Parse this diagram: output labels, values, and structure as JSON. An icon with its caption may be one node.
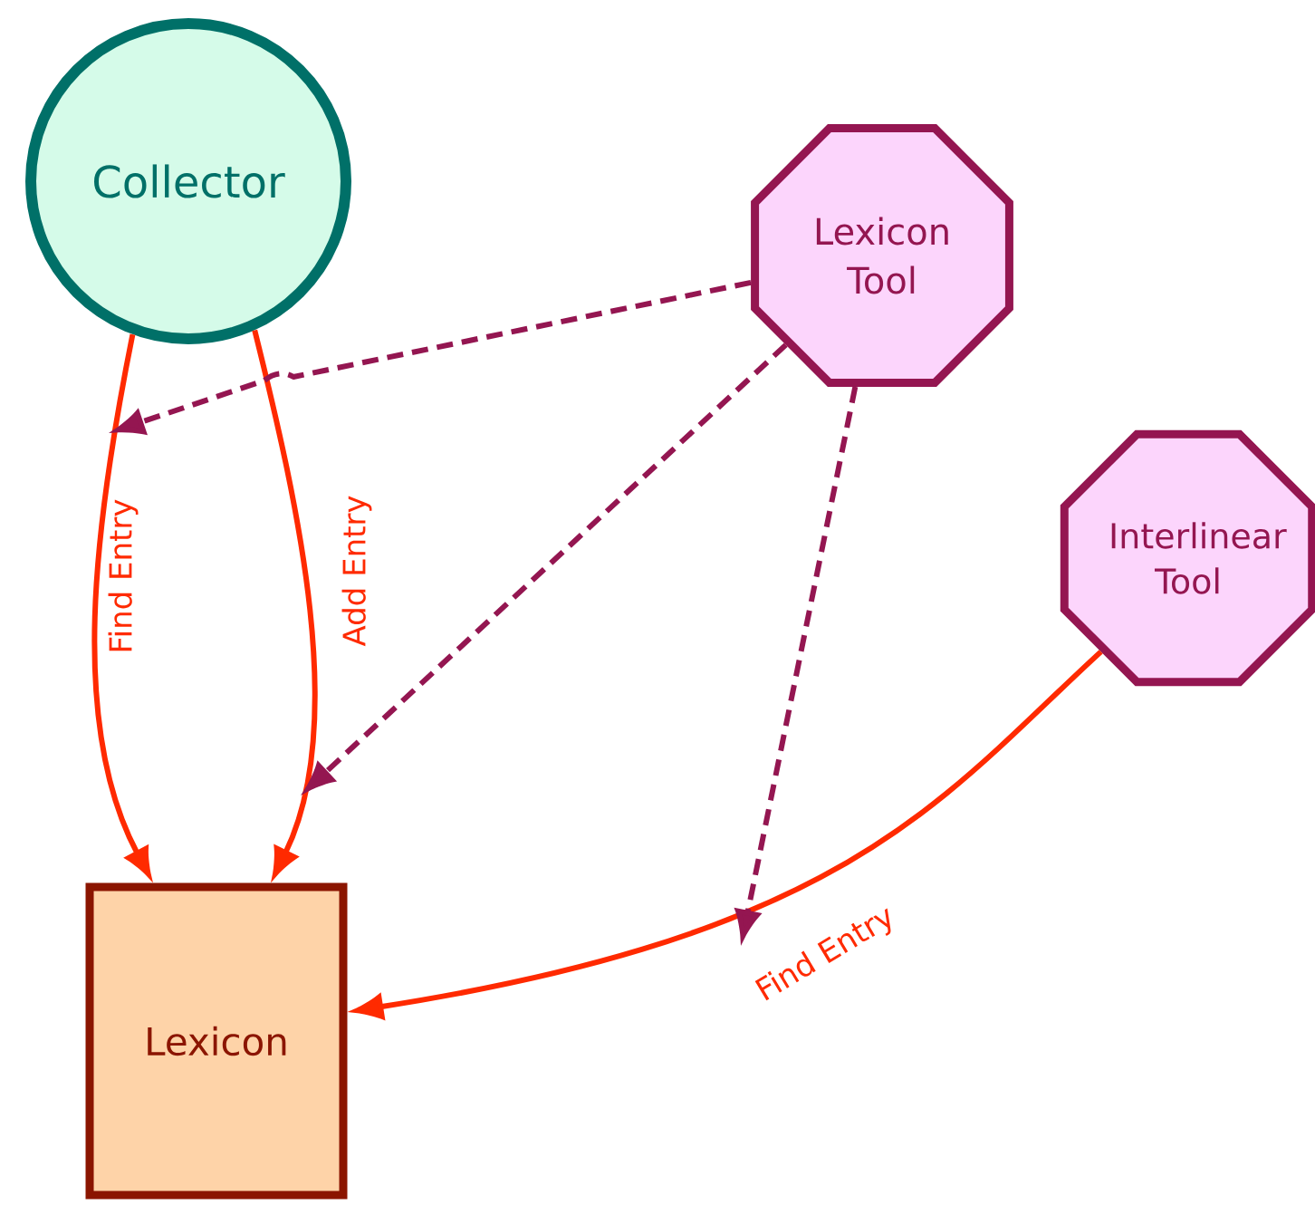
{
  "diagram": {
    "nodes": [
      {
        "text": [
          "Collector"
        ]
      },
      {
        "text": [
          "Lexicon Tool"
        ]
      },
      {
        "text": [
          "Interlinear Tool"
        ]
      },
      {
        "text": [
          "Lexicon"
        ]
      }
    ],
    "edges": [
      {
        "from": 0,
        "to": 3,
        "arrow": "to",
        "label": "Find Entry",
        "color": "#ff2a00"
      },
      {
        "from": 0,
        "to": 3,
        "arrow": "to",
        "label": "Add Entry",
        "color": "#ff2a00"
      },
      {
        "from": 2,
        "to": 3,
        "arrow": "to",
        "label": "Find Entry",
        "color": "#ff2a00"
      },
      {
        "from": 1,
        "to": null,
        "arrow": "to",
        "style": "dashed",
        "color": "#941651"
      },
      {
        "from": 1,
        "to": null,
        "arrow": "to",
        "style": "dashed",
        "color": "#941651"
      },
      {
        "from": 1,
        "to": null,
        "arrow": "to",
        "style": "dashed",
        "color": "#941651"
      }
    ]
  }
}
